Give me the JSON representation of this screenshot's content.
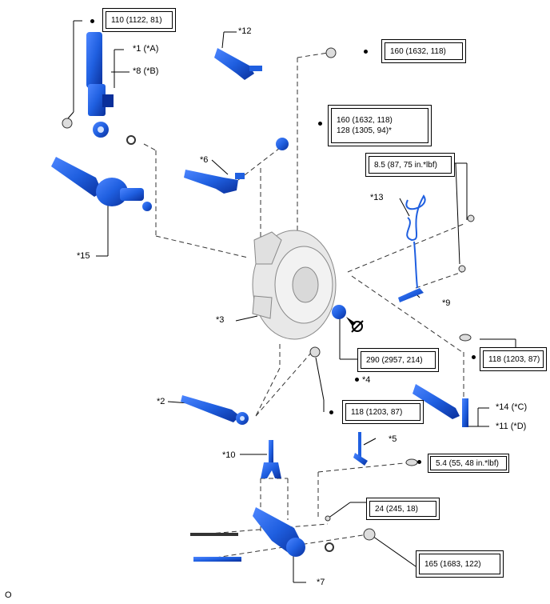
{
  "torque_specs": {
    "t110": "110 (1122, 81)",
    "t160a": "160 (1632, 118)",
    "t160b_line1": "160 (1632, 118)",
    "t160b_line2": "128 (1305, 94)*",
    "t8_5": "8.5 (87, 75 in.*lbf)",
    "t290": "290 (2957, 214)",
    "t118a": "118 (1203, 87)",
    "t118b": "118 (1203, 87)",
    "t5_4": "5.4 (55, 48 in.*lbf)",
    "t24": "24 (245, 18)",
    "t165": "165 (1683, 122)"
  },
  "callouts": {
    "c1": "*1 (*A)",
    "c8": "*8 (*B)",
    "c12": "*12",
    "c6": "*6",
    "c13": "*13",
    "c9": "*9",
    "c15": "*15",
    "c3": "*3",
    "c4": "*4",
    "c2": "*2",
    "c14": "*14 (*C)",
    "c11": "*11 (*D)",
    "c5": "*5",
    "c10": "*10",
    "c7": "*7"
  },
  "footer": {
    "code": "O"
  },
  "colors": {
    "part_blue": "#1f5fe0",
    "part_blue_dark": "#0a2f9a",
    "line": "#333333"
  }
}
